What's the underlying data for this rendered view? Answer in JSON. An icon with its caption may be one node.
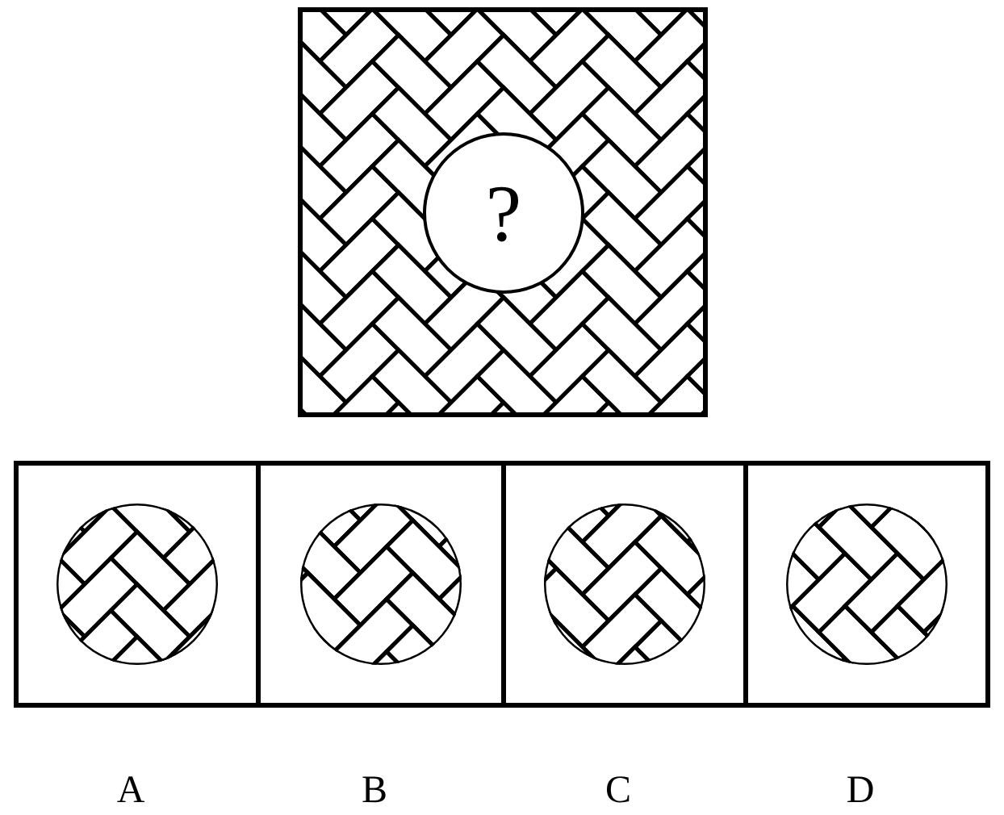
{
  "diagram": {
    "nodes": [
      {
        "text": [
          "?"
        ]
      }
    ],
    "labels": [
      "A",
      "B",
      "C",
      "D"
    ]
  }
}
